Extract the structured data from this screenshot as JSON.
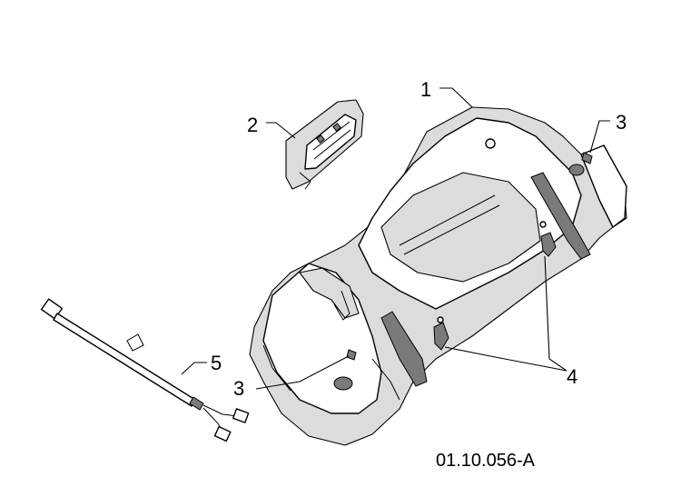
{
  "diagram": {
    "part_labels": {
      "hood": "1",
      "panel": "2",
      "screw_right": "3",
      "screw_left": "3",
      "clips": "4",
      "harness": "5"
    },
    "drawing_code": "01.10.056-A"
  }
}
